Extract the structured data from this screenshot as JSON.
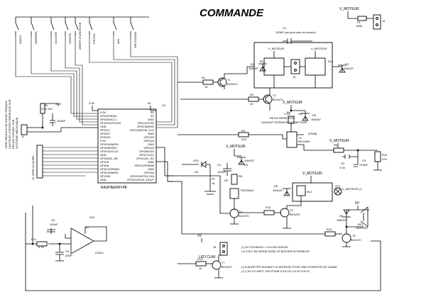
{
  "title": "COMMANDE",
  "switches": [
    {
      "lines": [
        "AVANT"
      ]
    },
    {
      "lines": [
        "ARRIERE"
      ]
    },
    {
      "lines": [
        "GAUCHE"
      ]
    },
    {
      "lines": [
        "DROITE"
      ]
    },
    {
      "lines": [
        "ARRET D'URGENCE"
      ]
    },
    {
      "lines": [
        "PISTON"
      ]
    },
    {
      "lines": [
        "M/A"
      ]
    },
    {
      "lines": [
        "SHUTDOWN"
      ]
    }
  ],
  "left_connector": {
    "lines": [
      "VERS MODULE DE SAISIE TORQUE",
      "CAPTEUR VITESSE PRESENCE SUR",
      "RELAIS 0,5KM/H, SUR",
      "SYSTEME MÉCANIQUE"
    ]
  },
  "left_labels": [
    "R0",
    "47 à 100",
    "3,3V",
    "100NF",
    "J1"
  ],
  "keypad_connector": {
    "lines": [
      "J2 VERS CLAVIER"
    ]
  },
  "rpi": {
    "name": "RASPBERRY4B",
    "ref": "U2",
    "v33": "3,3V",
    "v5": "5V",
    "left_pins": [
      "3.3V",
      "GPIO2/SDA1",
      "GPIO3/SCL1",
      "GPIO4/GPCLK0",
      "GND",
      "GPIO17",
      "GPIO27",
      "GPIO22",
      "3.3V",
      "GPIO10/MOSI",
      "GPIO9/MISO",
      "GPIO11/SCLK",
      "GND",
      "GPIO0/ID_SD",
      "GPIO5",
      "GPIO6",
      "GPIO13/PWM1",
      "GPIO19/MISO",
      "GPIO26",
      "GND"
    ],
    "right_pins": [
      "5V",
      "5V",
      "GND",
      "GPIO14/TXD",
      "GPIO15/RXD",
      "GPIO18/PCM_CLK",
      "GND",
      "GPIO23",
      "GPIO24",
      "GND",
      "GPIO25",
      "GPIO8/CE0",
      "GPIO7/CE1",
      "GPIO1/ID_SC",
      "GND",
      "GPIO12/PWM0",
      "GND",
      "GPIO16",
      "GPIO20/PCM_DIN",
      "GPIO21/PCM_DOUT"
    ]
  },
  "motor_connector": {
    "label": "V_MOTEUR",
    "fuse": "F1",
    "fuse_value": "5/6A",
    "jack": "J3"
  },
  "relay_block": {
    "cap": "C1",
    "cap_note": "100NF (au plus près du moteur)",
    "vm_left": "V_MOTEUR",
    "vm_right": "V_MOTEUR",
    "rl1": "RL1",
    "rl2": "RL2",
    "j4": "J4",
    "d1": "D1",
    "d1v": "1N4007",
    "d2": "D2",
    "d2v": "1N4007"
  },
  "t1": {
    "r": "R1",
    "rv": "1K",
    "t": "T1",
    "tv": "BC547C"
  },
  "t2": {
    "r": "R2",
    "rv": "1K",
    "t": "T2",
    "tv": "BC547C"
  },
  "pwm": {
    "vm": "V_MOTEUR",
    "r4": "R4",
    "r4v": "4,7K",
    "z": "2,4V",
    "zv": "1W",
    "d3": "D3",
    "d3v": "1N4007",
    "note1": "R5 EN SERIE DOIT",
    "note2": "SUIVANT INTENSITE DU MOTEUR",
    "t3": "T3",
    "t3v": "IRLS40N",
    "label": "(PWM)",
    "r3": "R3",
    "r3v": "22K"
  },
  "reg": {
    "vm": "V_MOTEUR",
    "c2": "C2",
    "c2v": "3.3V",
    "c3": "C3",
    "c3v": "220NF",
    "r15": "R15",
    "r15v": "47K",
    "r6": "R6"
  },
  "led_block": {
    "led": "LED",
    "ledv": "D6",
    "vm": "V_MOTEUR",
    "r7": "R7",
    "r7v": "1K",
    "c4": "C4",
    "c4v": "100UF",
    "d4": "1N4007",
    "d4b": "D4",
    "r8": "R8",
    "r8v": "4.7/10Ω 1/2W (*)",
    "r9": "R9",
    "tsop": "TSUS6402",
    "t4": "T4",
    "t4v": "BC547C",
    "r10": "R10"
  },
  "relay2": {
    "vm": "V_MOTEUR",
    "d5": "D5",
    "d5v": "1N4007",
    "rl3": "RL3",
    "lp1": "LP1",
    "lpv": "V_MOTEUR (*)",
    "t5": "T5",
    "t5v": "BC547C",
    "r12": "R12"
  },
  "buzzer": {
    "v": "5V",
    "d7": "D9",
    "d7v": "1N4007",
    "b": "BZ1",
    "bv": "BUZZER",
    "t6": "T6",
    "t6v": "BC547C",
    "r13": "R13",
    "r14": "R14"
  },
  "opamp": {
    "u": "U1",
    "uv": "LM311",
    "c5": "C5",
    "c5v": "100nF",
    "v": "3V3",
    "r11": "R11",
    "r11v": "4.7K",
    "r16": "R16",
    "c6": "C6",
    "c6v": "22NF"
  },
  "clav": {
    "v": "5V",
    "j5": "J5",
    "label": "LED CLAV",
    "r14": "R14",
    "r14v": "1K",
    "t7": "T7",
    "t7v": "BC547C"
  },
  "notes": [
    "(*) D4 TSUS6402 = 1/4 LED ROUGE",
    "LA TOUT EN SERIE DANS LE BOITIER EXTERIEUR",
    "(*) A ADAPTER SUIVANT LE MOTEUR POUR UNE INTENSITE DE 100MA",
    "(*) 2,4V 1/2 WATT 10Ω POUR 0,5 A OU 1/2 W VOLTS"
  ]
}
